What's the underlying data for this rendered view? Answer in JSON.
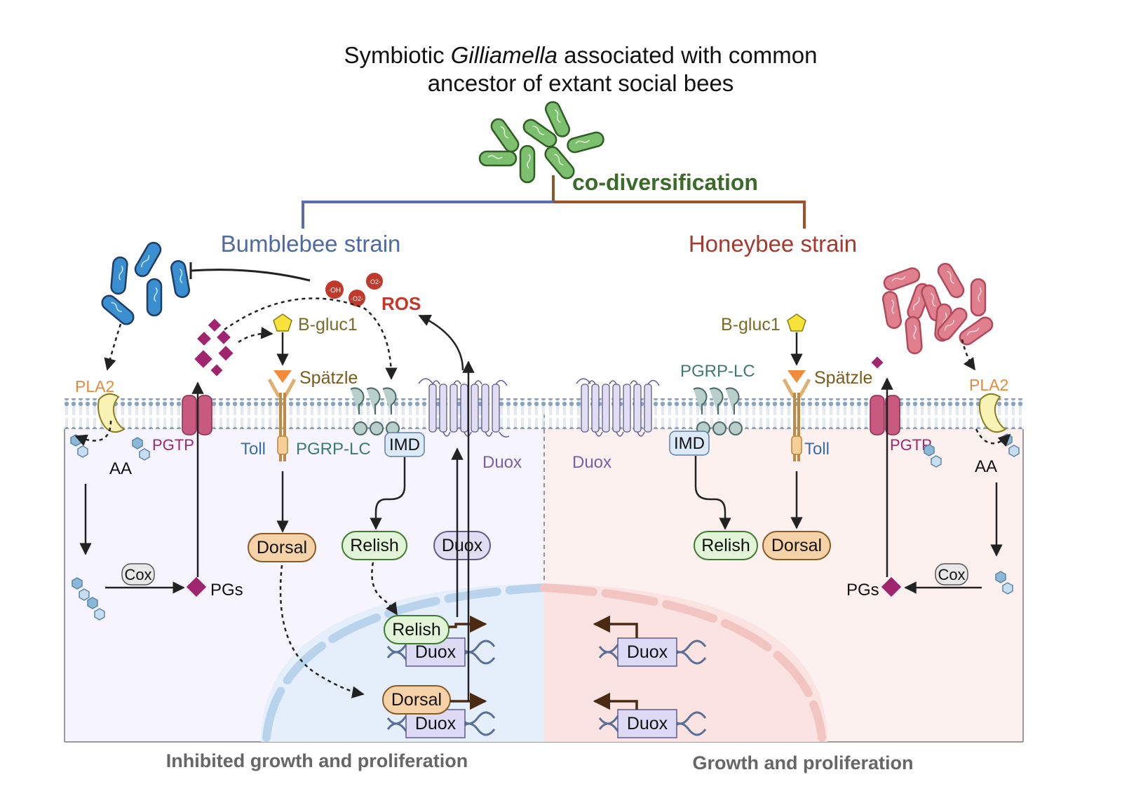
{
  "title": {
    "line1_pre": "Symbiotic ",
    "line1_italic": "Gilliamella",
    "line1_post": " associated with common",
    "line2": "ancestor of extant social bees"
  },
  "codiversification": "co-diversification",
  "strains": {
    "left": "Bumblebee strain",
    "right": "Honeybee strain"
  },
  "ros": {
    "label": "ROS",
    "oh": "·OH",
    "o2a": "·O2-",
    "o2b": "·O2-"
  },
  "labels": {
    "bgluc": "B-gluc1",
    "spatzle": "Spätzle",
    "toll": "Toll",
    "pgrp": "PGRP-LC",
    "imd": "IMD",
    "duox": "Duox",
    "pla2": "PLA2",
    "pgtp": "PGTP",
    "aa": "AA",
    "cox": "Cox",
    "pgs": "PGs",
    "dorsal": "Dorsal",
    "relish": "Relish"
  },
  "outcomes": {
    "left": "Inhibited growth and proliferation",
    "right": "Growth and proliferation"
  },
  "colors": {
    "bumblebee_line": "#5b6ea8",
    "honeybee_line": "#a0522d",
    "bumblebee_text": "#4e6aa3",
    "honeybee_text": "#a33a2e",
    "codiv_text": "#3b6a2a",
    "ros_red": "#c0392b",
    "left_bg": "#f6f5ff",
    "right_bg": "#fdf1f0",
    "pgs_magenta": "#a0256f"
  }
}
